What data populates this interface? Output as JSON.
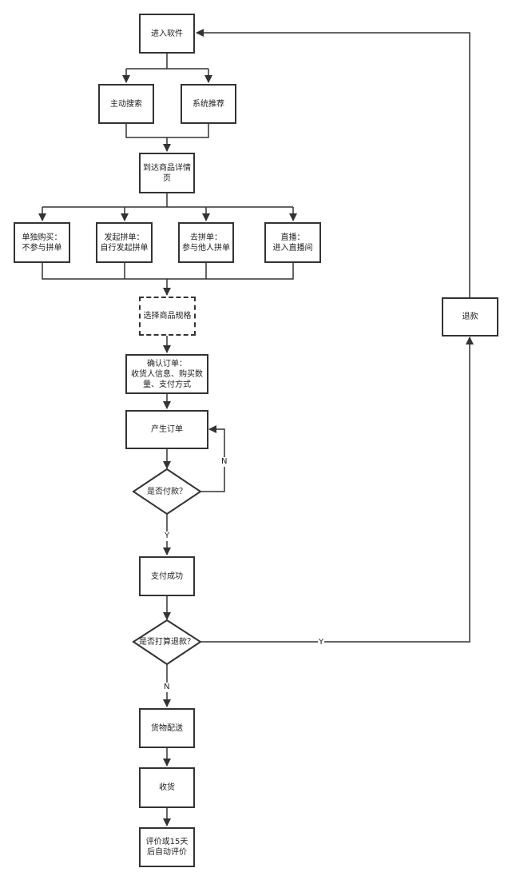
{
  "nodes": {
    "enter_app": "进入软件",
    "active_search": "主动搜索",
    "system_recommend": "系统推荐",
    "product_detail": "到达商品详情\n页",
    "buy_alone": "单独购买：\n不参与拼单",
    "start_group": "发起拼单：\n自行发起拼单",
    "join_group": "去拼单：\n参与他人拼单",
    "live_stream": "直播：\n进入直播间",
    "choose_spec": "选择商品规格",
    "confirm_order": "确认订单：\n收货人信息、购买数\n量、支付方式",
    "create_order": "产生订单",
    "paid_question": "是否付款？",
    "pay_success": "支付成功",
    "refund_question": "是否打算退款？",
    "refund": "退款",
    "delivery": "货物配送",
    "receive": "收货",
    "review": "评价或15天\n后自动评价"
  },
  "edge_labels": {
    "not_paid": "N",
    "paid": "Y",
    "no_refund": "N",
    "wants_refund": "Y"
  },
  "colors": {
    "stroke": "#333333",
    "text": "#222222"
  }
}
